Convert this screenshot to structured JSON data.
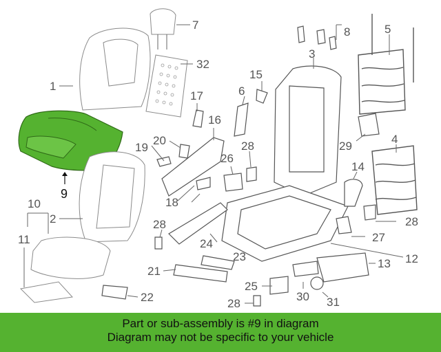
{
  "diagram": {
    "highlight_color": "#55b230",
    "highlighted_part": "9",
    "callouts": [
      "1",
      "2",
      "3",
      "4",
      "5",
      "6",
      "7",
      "8",
      "9",
      "10",
      "11",
      "12",
      "13",
      "14",
      "15",
      "16",
      "17",
      "18",
      "19",
      "20",
      "21",
      "22",
      "23",
      "24",
      "25",
      "26",
      "27",
      "28",
      "29",
      "30",
      "31",
      "32"
    ]
  },
  "banner": {
    "line1": "Part or sub-assembly is #9 in diagram",
    "line2": "Diagram may not be specific to your vehicle",
    "background": "#55b230"
  }
}
